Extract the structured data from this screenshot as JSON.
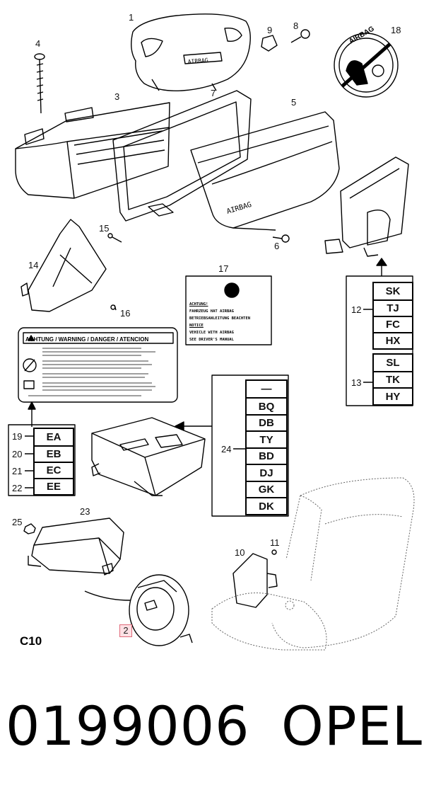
{
  "diagram": {
    "sheet_id": "C10",
    "part_number": "0199006",
    "brand": "OPEL",
    "highlighted_callout": "2",
    "callouts": [
      "1",
      "3",
      "4",
      "5",
      "6",
      "7",
      "8",
      "9",
      "10",
      "11",
      "14",
      "15",
      "16",
      "17",
      "18",
      "23",
      "25"
    ],
    "airbag_emblem_text": "AIRBAG",
    "cover_text": "AIRBAG",
    "warning_label_17": {
      "lines": [
        "ACHTUNG!",
        "FAHRZEUG HAT AIRBAG",
        "BETRIEBSANLEITUNG BEACHTEN",
        "NOTICE",
        "VEHICLE WITH AIRBAG",
        "SEE DRIVER'S MANUAL"
      ]
    },
    "warning_label_large": {
      "header": "ACHTUNG / WARNING / DANGER / ATENCION"
    },
    "group_12": {
      "label": "12",
      "codes": [
        "SK",
        "TJ",
        "FC",
        "HX"
      ]
    },
    "group_13": {
      "label": "13",
      "codes": [
        "SL",
        "TK",
        "HY"
      ]
    },
    "group_24": {
      "label": "24",
      "codes": [
        "—",
        "BQ",
        "DB",
        "TY",
        "BD",
        "DJ",
        "GK",
        "DK"
      ]
    },
    "group_left": {
      "rows": [
        {
          "num": "19",
          "code": "EA"
        },
        {
          "num": "20",
          "code": "EB"
        },
        {
          "num": "21",
          "code": "EC"
        },
        {
          "num": "22",
          "code": "EE"
        }
      ]
    }
  }
}
